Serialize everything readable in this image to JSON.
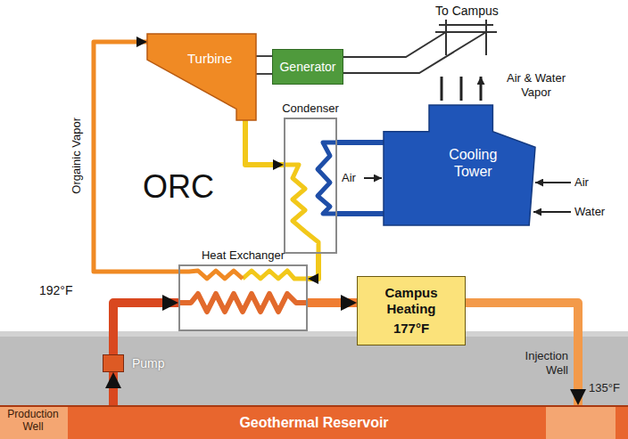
{
  "diagram": {
    "nodes": [
      {
        "text": [
          "Turbine"
        ]
      },
      {
        "text": [
          "Generator"
        ]
      },
      {
        "text": [
          "Condenser"
        ]
      },
      {
        "text": [
          "Cooling Tower"
        ]
      },
      {
        "text": [
          "Heat Exchanger"
        ]
      },
      {
        "text": [
          "Campus Heating",
          "177°F"
        ]
      },
      {
        "text": [
          "Pump"
        ]
      },
      {
        "text": [
          "Geothermal Reservoir"
        ]
      }
    ],
    "edges": [
      {
        "from": 4,
        "to": 0,
        "arrow": "to"
      },
      {
        "from": 0,
        "to": 2,
        "arrow": "to"
      },
      {
        "from": 2,
        "to": 4,
        "arrow": "to"
      },
      {
        "from": 7,
        "to": 6,
        "arrow": "to"
      },
      {
        "from": 6,
        "to": 4,
        "arrow": "to"
      },
      {
        "from": 4,
        "to": 5,
        "arrow": "to"
      },
      {
        "from": 5,
        "to": 7,
        "arrow": "to"
      },
      {
        "from": 0,
        "to": 1,
        "arrow": "none"
      },
      {
        "from": 2,
        "to": 3,
        "arrow": "none"
      }
    ],
    "labels": [
      "To Campus",
      "Air & Water Vapor",
      "ORC",
      "Orgainic Vapor",
      "Air",
      "Air",
      "Water",
      "192°F",
      "Production Well",
      "Injection Well",
      "135°F"
    ]
  }
}
